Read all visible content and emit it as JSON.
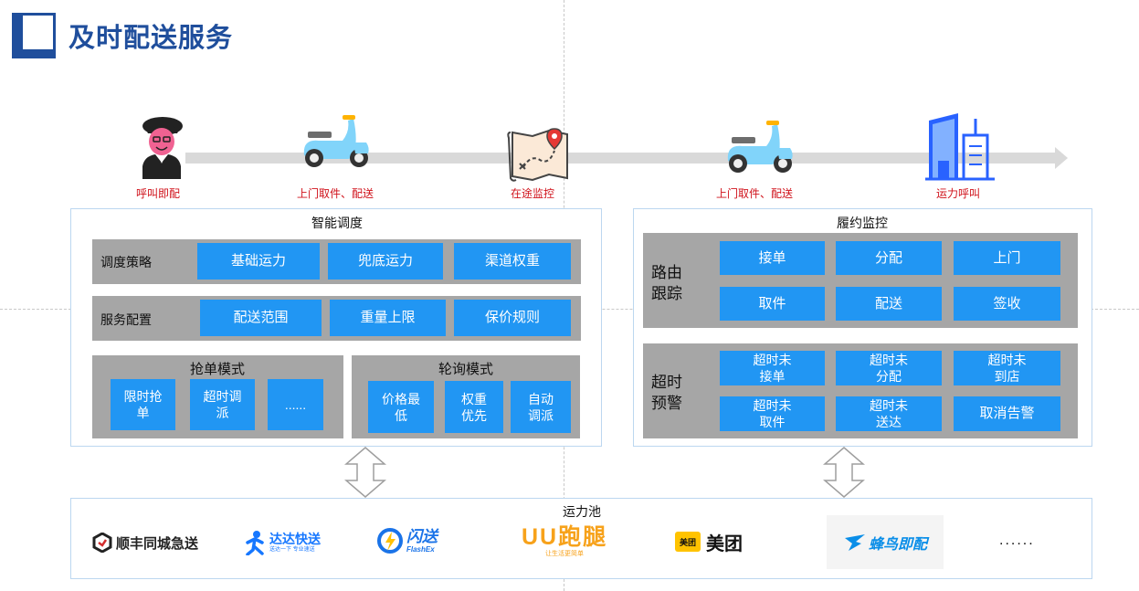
{
  "header": {
    "title": "及时配送服务"
  },
  "timeline": {
    "stages": [
      {
        "label": "呼叫即配",
        "icon": "person-icon"
      },
      {
        "label": "上门取件、配送",
        "icon": "scooter-icon"
      },
      {
        "label": "在途监控",
        "icon": "map-icon"
      },
      {
        "label": "上门取件、配送",
        "icon": "scooter-icon"
      },
      {
        "label": "运力呼叫",
        "icon": "building-icon"
      }
    ]
  },
  "dispatch": {
    "title": "智能调度",
    "strategy": {
      "label": "调度策略",
      "items": [
        "基础运力",
        "兜底运力",
        "渠道权重"
      ]
    },
    "service": {
      "label": "服务配置",
      "items": [
        "配送范围",
        "重量上限",
        "保价规则"
      ]
    },
    "grab": {
      "title": "抢单模式",
      "items": [
        "限时抢单",
        "超时调派",
        "......"
      ]
    },
    "poll": {
      "title": "轮询模式",
      "items": [
        "价格最低",
        "权重优先",
        "自动调派"
      ]
    }
  },
  "monitor": {
    "title": "履约监控",
    "tracking": {
      "label": "路由跟踪",
      "items": [
        "接单",
        "分配",
        "上门",
        "取件",
        "配送",
        "签收"
      ]
    },
    "warning": {
      "label": "超时预警",
      "items": [
        "超时未接单",
        "超时未分配",
        "超时未到店",
        "超时未取件",
        "超时未送达",
        "取消告警"
      ]
    }
  },
  "pool": {
    "title": "运力池",
    "logos": [
      {
        "name": "顺丰同城急送",
        "icon": "sf-logo-icon",
        "color": "#222222"
      },
      {
        "name": "达达快送",
        "sub": "送达一下 专业速送",
        "icon": "dada-logo-icon",
        "color": "#1677ff"
      },
      {
        "name": "闪送",
        "sub": "FlashEx",
        "icon": "flash-logo-icon",
        "color": "#1a73e8"
      },
      {
        "name": "UU跑腿",
        "sub": "让生活更简单",
        "icon": "uu-logo-icon",
        "color": "#f7a21b"
      },
      {
        "name": "美团",
        "badge": "美团",
        "icon": "meituan-logo-icon",
        "color": "#ffc300"
      },
      {
        "name": "蜂鸟即配",
        "icon": "fengniao-logo-icon",
        "color": "#0a8ee8"
      },
      {
        "name": "......"
      }
    ]
  },
  "colors": {
    "accent": "#2196f3",
    "title": "#1f4e9c",
    "stage_label": "#d0121b",
    "row_bg": "#a6a6a6",
    "panel_border": "#bcd7f0"
  }
}
